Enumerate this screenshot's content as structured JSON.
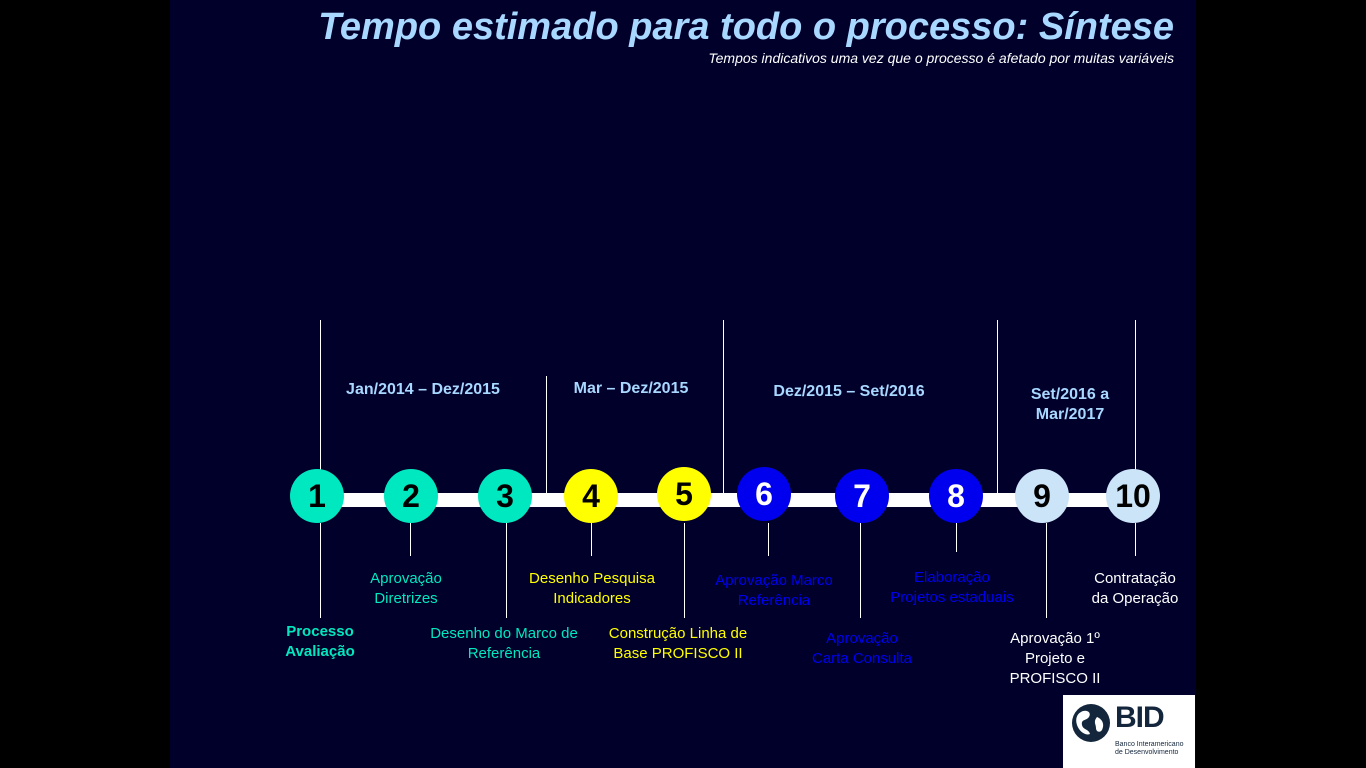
{
  "header": {
    "title": "Tempo estimado para todo o processo: Síntese",
    "subtitle": "Tempos indicativos uma vez que o processo é afetado por muitas variáveis"
  },
  "colors": {
    "background": "#00002a",
    "title": "#a8d8ff",
    "teal": "#00e8c0",
    "yellow": "#ffff00",
    "blue": "#0000ee",
    "lightblue": "#cce4f8",
    "period_text": "#a8d8ff"
  },
  "periods": [
    {
      "label": "Jan/2014 – Dez/2015"
    },
    {
      "label": "Mar – Dez/2015"
    },
    {
      "label": "Dez/2015 – Set/2016"
    },
    {
      "label": "Set/2016 a\nMar/2017"
    }
  ],
  "milestones": [
    {
      "number": "1",
      "label": "Processo\nAvaliação",
      "color": "#00e8c0",
      "label_color": "#00e8c0",
      "bold": true
    },
    {
      "number": "2",
      "label": "Aprovação\nDiretrizes",
      "color": "#00e8c0",
      "label_color": "#00e8c0",
      "bold": false
    },
    {
      "number": "3",
      "label": "Desenho do Marco de\nReferência",
      "color": "#00e8c0",
      "label_color": "#00e8c0",
      "bold": false
    },
    {
      "number": "4",
      "label": "Desenho Pesquisa\nIndicadores",
      "color": "#ffff00",
      "label_color": "#ffff00",
      "bold": false
    },
    {
      "number": "5",
      "label": "Construção Linha de\nBase PROFISCO II",
      "color": "#ffff00",
      "label_color": "#ffff00",
      "bold": false
    },
    {
      "number": "6",
      "label": "Aprovação Marco\nReferência",
      "color": "#0000ee",
      "label_color": "#0000ee",
      "bold": false
    },
    {
      "number": "7",
      "label": "Aprovação\nCarta Consulta",
      "color": "#0000ee",
      "label_color": "#0000ee",
      "bold": false
    },
    {
      "number": "8",
      "label": "Elaboração\nProjetos estaduais",
      "color": "#0000ee",
      "label_color": "#0000ee",
      "bold": false
    },
    {
      "number": "9",
      "label": "Aprovação 1º\nProjeto e\nPROFISCO II",
      "color": "#cce4f8",
      "label_color": "#ffffff",
      "bold": false
    },
    {
      "number": "10",
      "label": "Contratação\nda Operação",
      "color": "#cce4f8",
      "label_color": "#ffffff",
      "bold": false
    }
  ],
  "logo": {
    "name": "BID",
    "tagline": "Banco Interamericano\nde Desenvolvimento",
    "icon": "bid-globe-icon"
  }
}
